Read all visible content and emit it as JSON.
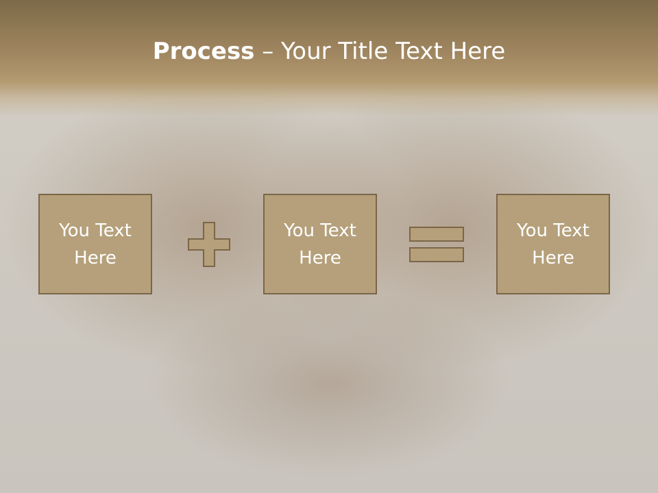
{
  "slide": {
    "title_bold": "Process",
    "title_rest": " – Your Title Text Here",
    "boxes": [
      {
        "text": "You Text Here"
      },
      {
        "text": "You Text Here"
      },
      {
        "text": "You Text Here"
      }
    ],
    "colors": {
      "box_fill": "#b5a07b",
      "box_border": "#7a6648",
      "title_band": "#a08660",
      "text": "#ffffff"
    },
    "icons": {
      "operator_1": "plus-icon",
      "operator_2": "equals-icon"
    }
  }
}
